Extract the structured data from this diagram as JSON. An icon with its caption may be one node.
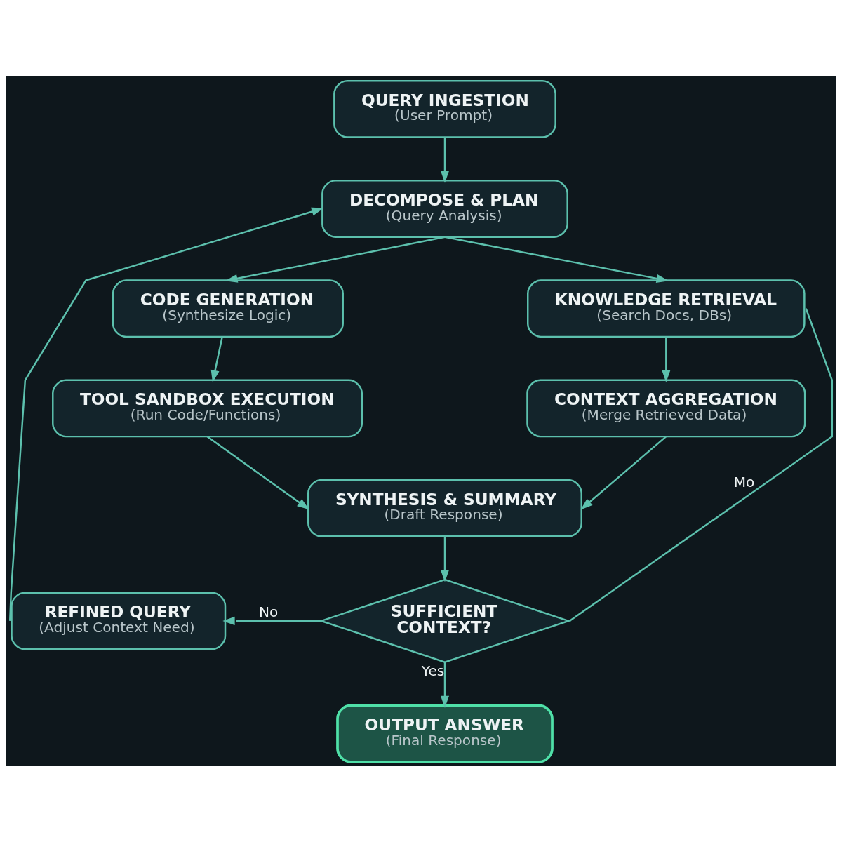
{
  "diagram": {
    "nodes": [
      {
        "text": [
          "QUERY INGESTION",
          "(User Prompt)"
        ]
      },
      {
        "text": [
          "DECOMPOSE & PLAN",
          "(Query Analysis)"
        ]
      },
      {
        "text": [
          "CODE GENERATION",
          "(Synthesize Logic)"
        ]
      },
      {
        "text": [
          "KNOWLEDGE RETRIEVAL",
          "(Search Docs, DBs)"
        ]
      },
      {
        "text": [
          "TOOL SANDBOX EXECUTION",
          "(Run Code/Functions)"
        ]
      },
      {
        "text": [
          "CONTEXT AGGREGATION",
          "(Merge Retrieved Data)"
        ]
      },
      {
        "text": [
          "SYNTHESIS & SUMMARY",
          "(Draft Response)"
        ]
      },
      {
        "text": [
          "REFINED QUERY",
          "(Adjust Context Need)"
        ]
      },
      {
        "text": [
          "SUFFICIENT CONTEXT?"
        ]
      },
      {
        "text": [
          "OUTPUT ANSWER",
          "(Final Response)"
        ]
      }
    ],
    "edges": [
      {
        "from": 0,
        "to": 1,
        "arrow": "to"
      },
      {
        "from": 1,
        "to": 2,
        "arrow": "to"
      },
      {
        "from": 1,
        "to": 3,
        "arrow": "to"
      },
      {
        "from": 2,
        "to": 4,
        "arrow": "to"
      },
      {
        "from": 3,
        "to": 5,
        "arrow": "to"
      },
      {
        "from": 4,
        "to": 6,
        "arrow": "to"
      },
      {
        "from": 5,
        "to": 6,
        "arrow": "to"
      },
      {
        "from": 6,
        "to": 8,
        "arrow": "to"
      },
      {
        "from": 8,
        "to": 7,
        "arrow": "to",
        "label": "No"
      },
      {
        "from": 7,
        "to": 1,
        "arrow": "to"
      },
      {
        "from": 3,
        "to": 8,
        "arrow": "none",
        "label": "Mo"
      },
      {
        "from": 8,
        "to": 9,
        "arrow": "to",
        "label": "Yes"
      }
    ]
  }
}
